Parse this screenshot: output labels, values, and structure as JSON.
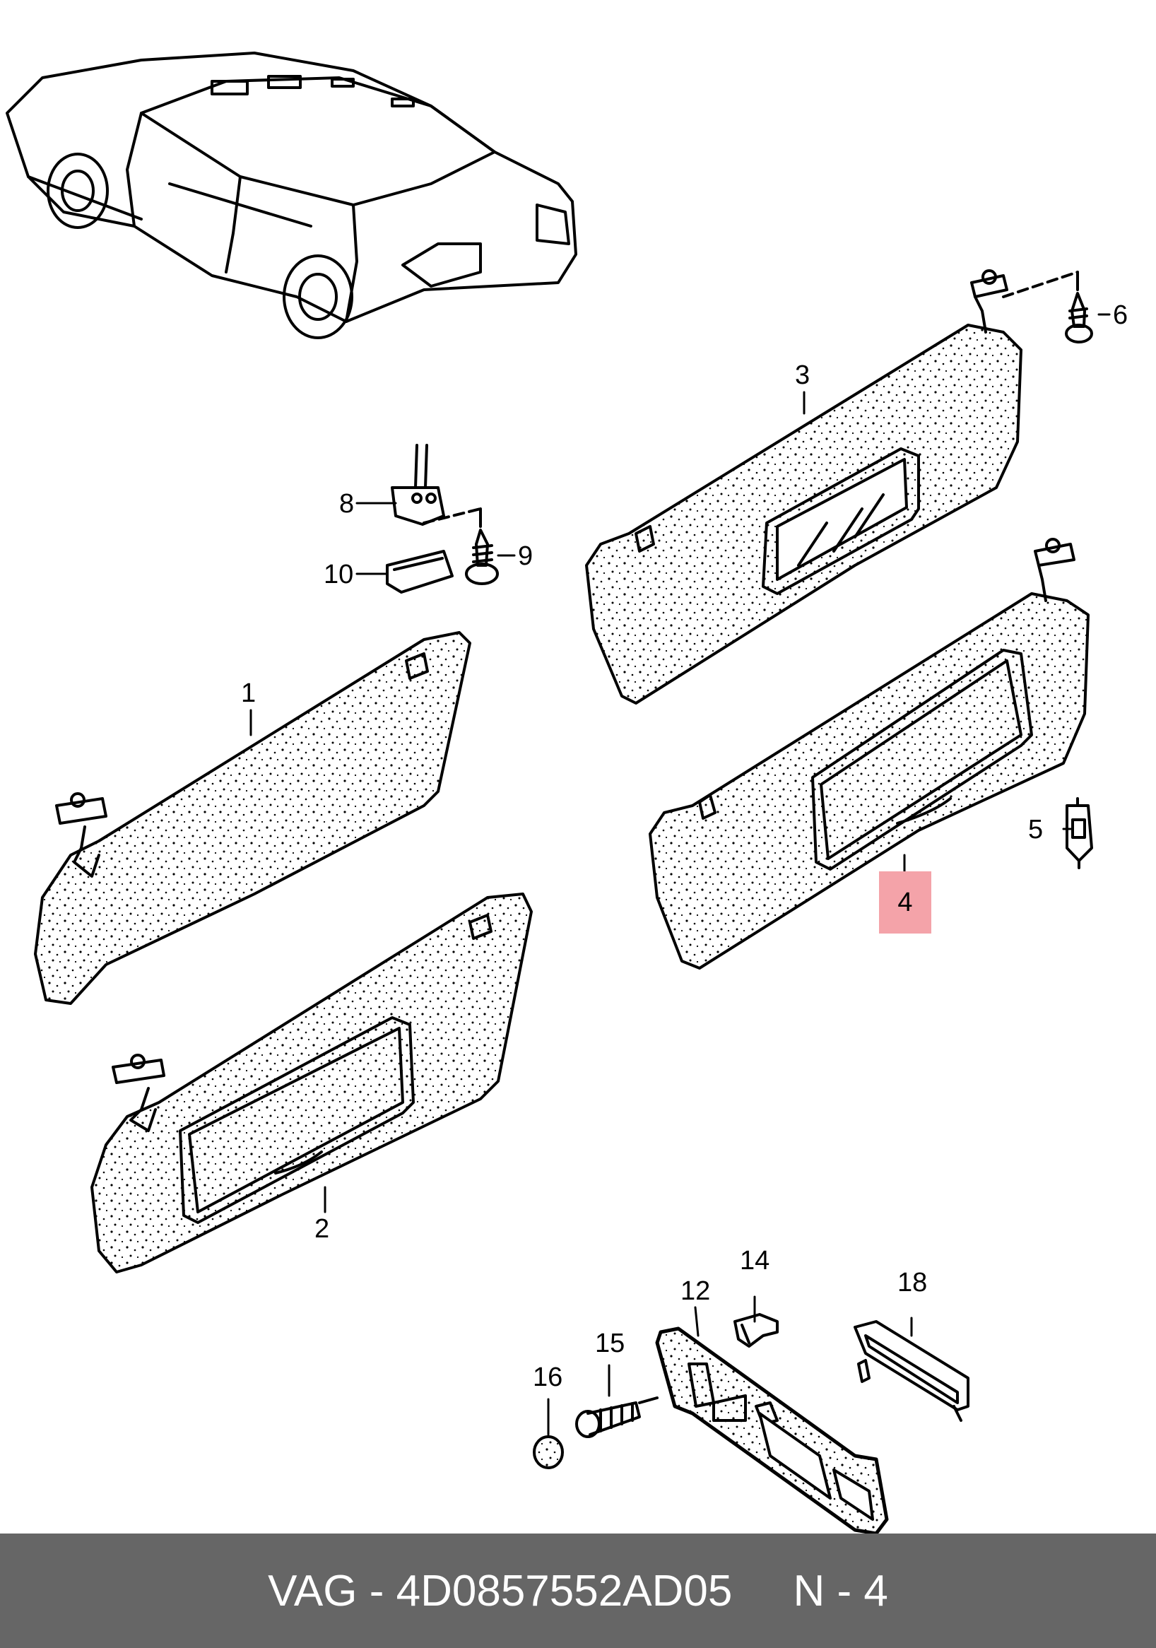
{
  "callouts": {
    "c1": "1",
    "c2": "2",
    "c3": "3",
    "c4": "4",
    "c5": "5",
    "c6": "6",
    "c8": "8",
    "c9": "9",
    "c10": "10",
    "c12": "12",
    "c14": "14",
    "c15": "15",
    "c16": "16",
    "c18": "18"
  },
  "highlight": {
    "part": "4",
    "color": "#f4a3a9"
  },
  "footer": {
    "brand": "VAG",
    "sep": " - ",
    "part_number": "4D0857552AD05",
    "gap": "     ",
    "page_label": "N - 4",
    "background": "#666666"
  }
}
